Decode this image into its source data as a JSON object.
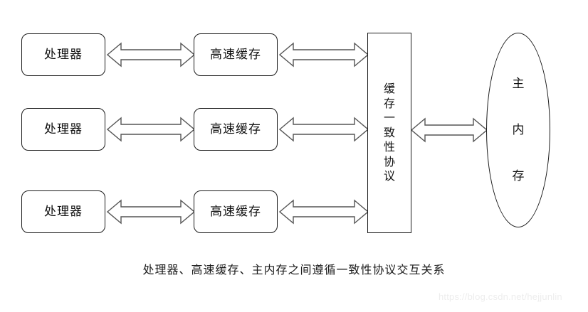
{
  "diagram": {
    "caption": "处理器、高速缓存、主内存之间遵循一致性协议交互关系",
    "watermark": "https://blog.csdn.net/hejjunlin",
    "colors": {
      "background": "#ffffff",
      "stroke": "#1a1a1a",
      "text": "#111111",
      "arrow_stroke": "#555555",
      "watermark": "#ededed"
    },
    "rows": [
      {
        "processor": "处理器",
        "cache": "高速缓存"
      },
      {
        "processor": "处理器",
        "cache": "高速缓存"
      },
      {
        "processor": "处理器",
        "cache": "高速缓存"
      }
    ],
    "protocol": {
      "label": "缓存一致性协议",
      "chars": [
        "缓",
        "存",
        "一",
        "致",
        "性",
        "协",
        "议"
      ]
    },
    "memory": {
      "label": "主内存",
      "chars": [
        "主",
        "内",
        "存"
      ]
    },
    "arrows": {
      "processor_to_cache": "双向箭头",
      "cache_to_protocol": "双向箭头",
      "protocol_to_memory": "双向箭头"
    }
  }
}
